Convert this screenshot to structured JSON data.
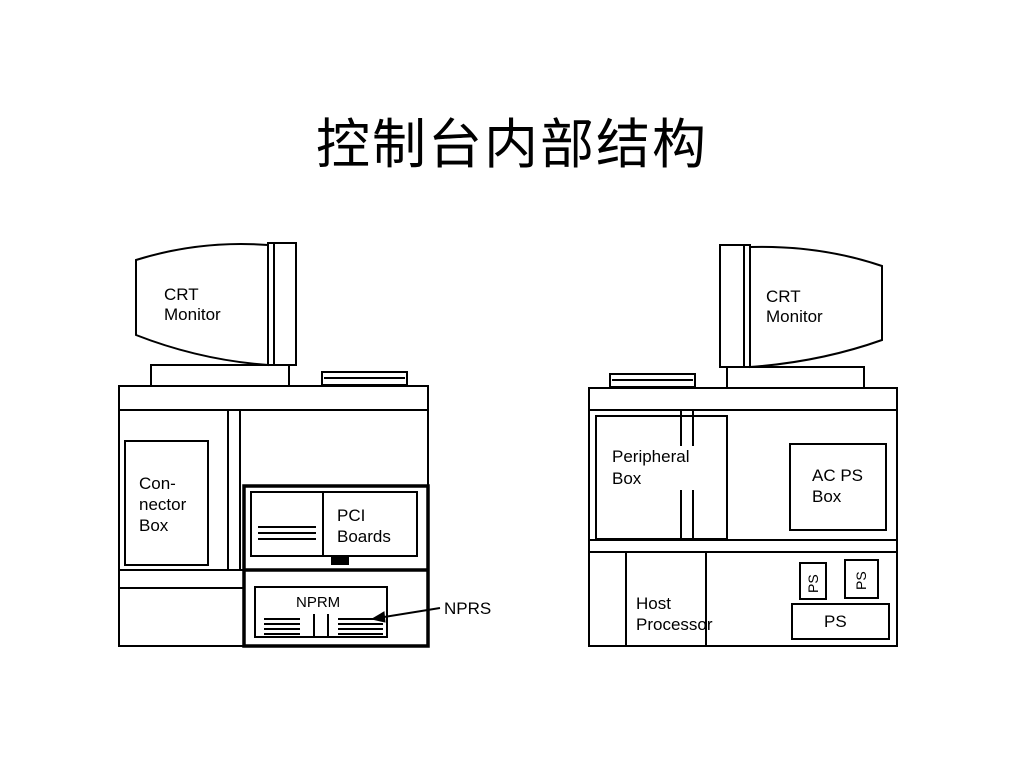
{
  "title": "控制台内部结构",
  "left_console": {
    "monitor_line1": "CRT",
    "monitor_line2": "Monitor",
    "connector_line1": "Con-",
    "connector_line2": "nector",
    "connector_line3": "Box",
    "pci_line1": "PCI",
    "pci_line2": "Boards",
    "nprm": "NPRM",
    "nprs": "NPRS"
  },
  "right_console": {
    "monitor_line1": "CRT",
    "monitor_line2": "Monitor",
    "peripheral_line1": "Peripheral",
    "peripheral_line2": "Box",
    "acps_line1": "AC PS",
    "acps_line2": "Box",
    "host_line1": "Host",
    "host_line2": "Processor",
    "ps_small_1": "PS",
    "ps_small_2": "PS",
    "ps_main": "PS"
  }
}
